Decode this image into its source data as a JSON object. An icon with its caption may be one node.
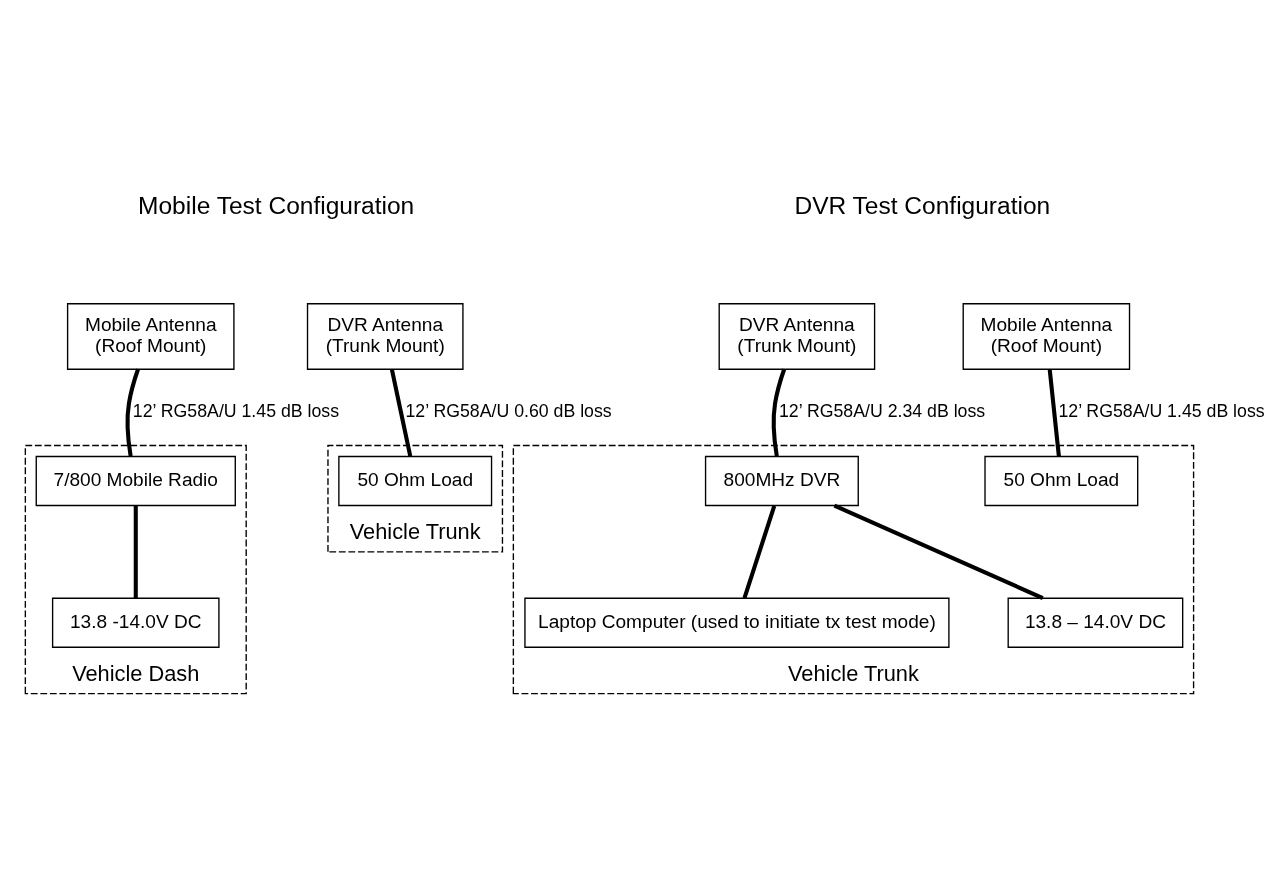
{
  "diagram": {
    "nodes": [
      {
        "text": [
          "Mobile Antenna",
          "(Roof Mount)"
        ]
      },
      {
        "text": [
          "DVR Antenna",
          "(Trunk Mount)"
        ]
      },
      {
        "text": [
          "Vehicle Dash"
        ]
      },
      {
        "text": [
          "7/800 Mobile Radio"
        ],
        "in": 2
      },
      {
        "text": [
          "13.8 -14.0V DC"
        ],
        "in": 2
      },
      {
        "text": [
          "Vehicle Trunk"
        ]
      },
      {
        "text": [
          "50 Ohm Load"
        ],
        "in": 5
      },
      {
        "text": [
          "DVR Antenna",
          "(Trunk Mount)"
        ]
      },
      {
        "text": [
          "Mobile Antenna",
          "(Roof Mount)"
        ]
      },
      {
        "text": [
          "Vehicle Trunk"
        ]
      },
      {
        "text": [
          "50 Ohm Load"
        ],
        "in": 9
      },
      {
        "text": [
          "800MHz DVR"
        ],
        "in": 9
      },
      {
        "text": [
          "Laptop Computer (used to initiate tx test mode)"
        ],
        "in": 9
      },
      {
        "text": [
          "13.8 – 14.0V DC"
        ],
        "in": 9
      }
    ],
    "edges": [
      {
        "from": 0,
        "to": 3,
        "arrow": "none",
        "label": "12’ RG58A/U 1.45 dB loss"
      },
      {
        "from": 3,
        "to": 4,
        "arrow": "none"
      },
      {
        "from": 1,
        "to": 6,
        "arrow": "none",
        "label": "12’ RG58A/U 0.60 dB loss"
      },
      {
        "from": 7,
        "to": 11,
        "arrow": "none",
        "label": "12’ RG58A/U 2.34 dB loss"
      },
      {
        "from": 8,
        "to": 10,
        "arrow": "none",
        "label": "12’ RG58A/U 1.45 dB loss"
      },
      {
        "from": 11,
        "to": 12,
        "arrow": "none"
      },
      {
        "from": 11,
        "to": 13,
        "arrow": "none"
      }
    ],
    "labels": [
      "Mobile Test Configuration",
      "DVR Test Configuration"
    ]
  }
}
